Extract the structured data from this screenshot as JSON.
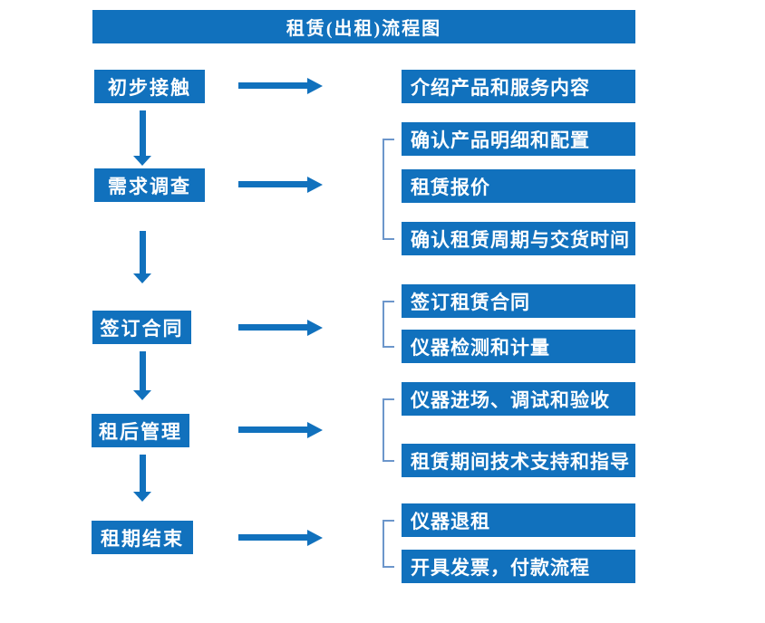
{
  "title": "租赁(出租)流程图",
  "colors": {
    "primary": "#1171BD",
    "bracket": "#6C96CB",
    "text": "#FFFFFF",
    "background": "#FFFFFF"
  },
  "steps": [
    {
      "label": "初步接触",
      "details": [
        "介绍产品和服务内容"
      ]
    },
    {
      "label": "需求调查",
      "details": [
        "确认产品明细和配置",
        "租赁报价",
        "确认租赁周期与交货时间"
      ]
    },
    {
      "label": "签订合同",
      "details": [
        "签订租赁合同",
        "仪器检测和计量"
      ]
    },
    {
      "label": "租后管理",
      "details": [
        "仪器进场、调试和验收",
        "租赁期间技术支持和指导"
      ]
    },
    {
      "label": "租期结束",
      "details": [
        "仪器退租",
        "开具发票，付款流程"
      ]
    }
  ]
}
